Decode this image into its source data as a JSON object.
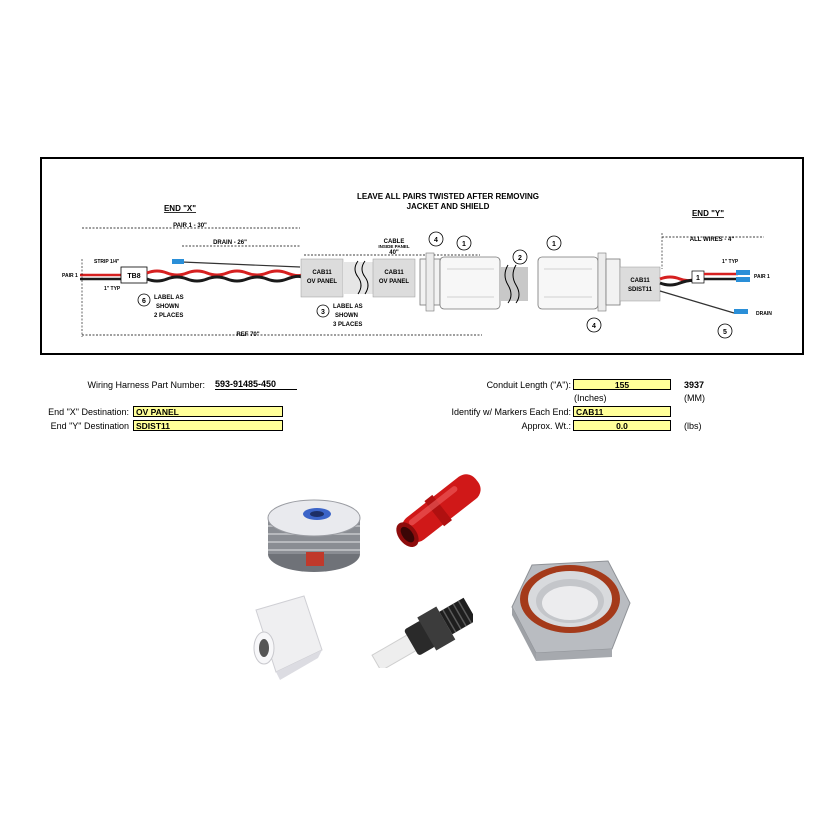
{
  "diagram": {
    "title_line1": "LEAVE ALL PAIRS TWISTED AFTER REMOVING",
    "title_line2": "JACKET AND SHIELD",
    "end_x": "END \"X\"",
    "end_y": "END \"Y\"",
    "pair1_dim": "PAIR 1 - 30\"",
    "drain_dim": "DRAIN - 26\"",
    "strip": "STRIP 1/4\"",
    "pair1_left": "PAIR 1",
    "typ_left": "1\" TYP",
    "tb8": "TB8",
    "cab11_line1": "CAB11",
    "ov_panel": "OV PANEL",
    "cable_label": "CABLE",
    "inside_panel": "INSIDE PANEL",
    "cable_dim": "40\"",
    "callout_6": "6",
    "label_6_l1": "LABEL AS",
    "label_6_l2": "SHOWN",
    "label_6_l3": "2 PLACES",
    "callout_3": "3",
    "label_3_l1": "LABEL AS",
    "label_3_l2": "SHOWN",
    "label_3_l3": "3 PLACES",
    "ref_dim": "REF 70\"",
    "callout_1": "1",
    "callout_2": "2",
    "callout_4": "4",
    "callout_5": "5",
    "sdist11": "SDIST11",
    "all_wires": "ALL WIRES - 4\"",
    "typ_right": "1\" TYP",
    "marker_1": "1",
    "pair1_right": "PAIR 1",
    "drain_right": "DRAIN"
  },
  "form": {
    "part_number_label": "Wiring Harness Part Number:",
    "part_number": "593-91485-450",
    "end_x_label": "End \"X\" Destination:",
    "end_x_value": "OV PANEL",
    "end_y_label": "End \"Y\" Destination",
    "end_y_value": "SDIST11",
    "conduit_label": "Conduit Length (\"A\"):",
    "conduit_inches": "155",
    "conduit_mm": "3937",
    "inches_unit": "(Inches)",
    "mm_unit": "(MM)",
    "markers_label": "Identify w/ Markers Each End:",
    "markers_value": "CAB11",
    "weight_label": "Approx. Wt.:",
    "weight_value": "0.0",
    "weight_unit": "(lbs)"
  },
  "colors": {
    "highlight": "#ffff99",
    "wire_red": "#d62020",
    "wire_black": "#1a1a1a",
    "ferrule_blue": "#2a8fd8",
    "conduit_gray": "#c8c8c8"
  }
}
